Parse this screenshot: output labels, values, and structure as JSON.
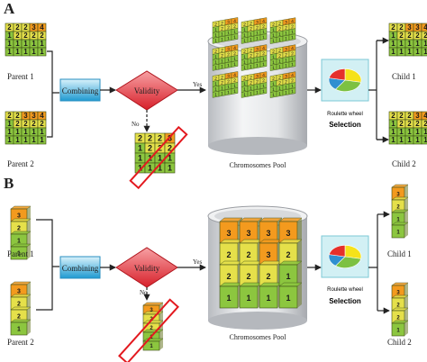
{
  "panels": {
    "a": "A",
    "b": "B"
  },
  "colors": {
    "row_values": {
      "4": "#f39a1e",
      "3": "#f39a1e",
      "2": "#e5e04a",
      "1": "#8cc63f"
    },
    "cell_border": "#3a4a14",
    "pie": [
      "#f5e21a",
      "#7cc142",
      "#2f8fd0",
      "#e5302b"
    ]
  },
  "panel_a": {
    "parent1": "Parent 1",
    "parent2": "Parent 2",
    "combining": "Combining",
    "validity": "Validity",
    "yes": "Yes",
    "no": "No",
    "pool": "Chromosomes Pool",
    "roulette": "Roulette wheel",
    "selection": "Selection",
    "child1": "Child 1",
    "child2": "Child 2",
    "parent1_grid": [
      [
        2,
        2,
        2,
        3,
        4
      ],
      [
        1,
        2,
        2,
        2,
        2
      ],
      [
        1,
        1,
        1,
        1,
        1
      ],
      [
        1,
        1,
        1,
        1,
        1
      ]
    ],
    "parent2_grid": [
      [
        2,
        2,
        3,
        3,
        4
      ],
      [
        1,
        2,
        2,
        2,
        2
      ],
      [
        1,
        1,
        1,
        1,
        1
      ],
      [
        1,
        1,
        1,
        1,
        1
      ]
    ],
    "rejected_grid": [
      [
        2,
        2,
        2,
        3
      ],
      [
        1,
        2,
        2,
        2
      ],
      [
        1,
        1,
        1,
        1
      ],
      [
        1,
        1,
        1,
        1
      ]
    ],
    "pool_grid": [
      [
        2,
        2,
        3,
        4
      ],
      [
        1,
        2,
        2,
        2
      ],
      [
        1,
        1,
        1,
        1
      ],
      [
        1,
        1,
        1,
        1
      ]
    ],
    "child1_grid": [
      [
        2,
        2,
        3,
        3,
        4
      ],
      [
        1,
        2,
        2,
        2,
        2
      ],
      [
        1,
        1,
        1,
        1,
        1
      ],
      [
        1,
        1,
        1,
        1,
        1
      ]
    ],
    "child2_grid": [
      [
        2,
        2,
        2,
        3,
        4
      ],
      [
        1,
        2,
        2,
        2,
        2
      ],
      [
        1,
        1,
        1,
        1,
        1
      ],
      [
        1,
        1,
        1,
        1,
        1
      ]
    ]
  },
  "panel_b": {
    "parent1": "Parent 1",
    "parent2": "Parent 2",
    "combining": "Combining",
    "validity": "Validity",
    "yes": "Yes",
    "no": "No",
    "pool": "Chromosomes Pool",
    "roulette": "Roulette wheel",
    "selection": "Selection",
    "child1": "Child 1",
    "child2": "Child 2",
    "parent1_stack": [
      3,
      2,
      1,
      1
    ],
    "parent2_stack": [
      3,
      2,
      2,
      1
    ],
    "rejected_stack": [
      3,
      2,
      2,
      1,
      1
    ],
    "pool_columns": [
      [
        3,
        2,
        2,
        1
      ],
      [
        3,
        2,
        2,
        1
      ],
      [
        3,
        3,
        2,
        1
      ],
      [
        3,
        2,
        1,
        1
      ]
    ],
    "child1_stack": [
      3,
      2,
      1,
      1
    ],
    "child2_stack": [
      3,
      2,
      2,
      1
    ]
  }
}
